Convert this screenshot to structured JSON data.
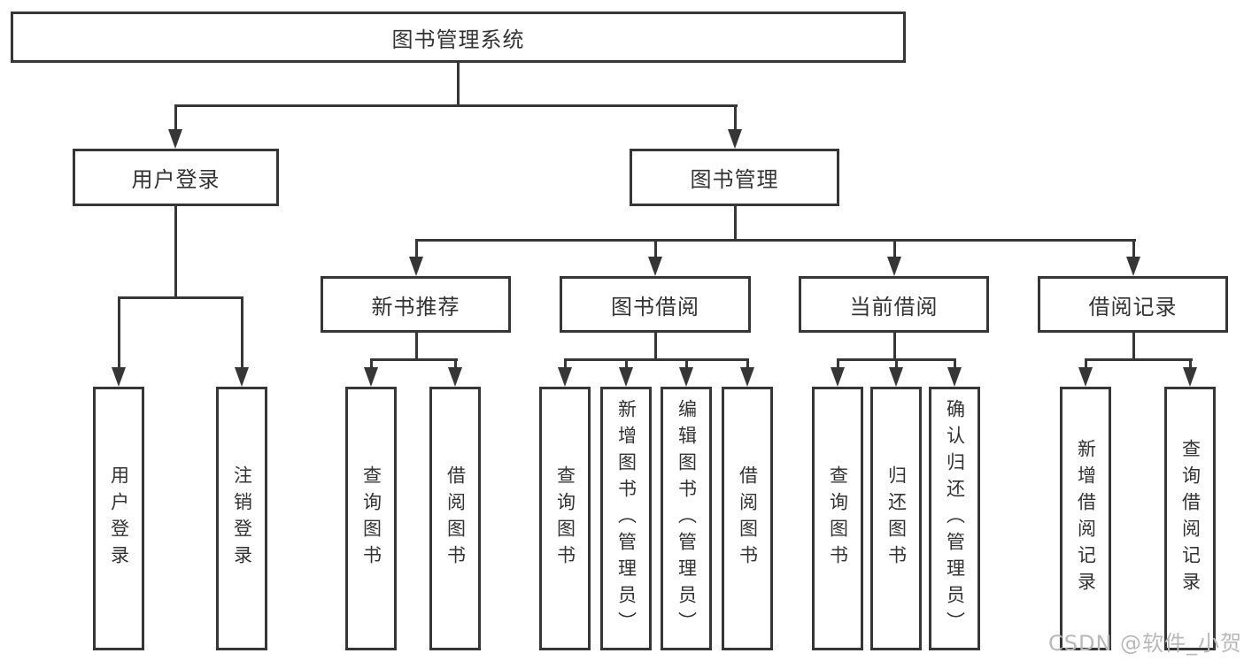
{
  "diagram": {
    "root": {
      "label": "图书管理系统"
    },
    "branches": [
      {
        "label": "用户登录",
        "children": [
          {
            "label": "用户登录"
          },
          {
            "label": "注销登录"
          }
        ]
      },
      {
        "label": "图书管理",
        "children": [
          {
            "label": "新书推荐",
            "children": [
              {
                "label": "查询图书"
              },
              {
                "label": "借阅图书"
              }
            ]
          },
          {
            "label": "图书借阅",
            "children": [
              {
                "label": "查询图书"
              },
              {
                "label": "新增图书（管理员）"
              },
              {
                "label": "编辑图书（管理员）"
              },
              {
                "label": "借阅图书"
              }
            ]
          },
          {
            "label": "当前借阅",
            "children": [
              {
                "label": "查询图书"
              },
              {
                "label": "归还图书"
              },
              {
                "label": "确认归还（管理员）"
              }
            ]
          },
          {
            "label": "借阅记录",
            "children": [
              {
                "label": "新增借阅记录"
              },
              {
                "label": "查询借阅记录"
              }
            ]
          }
        ]
      }
    ],
    "watermark": "CSDN @软件_小贺同学",
    "colors": {
      "line": "#363636",
      "text": "#333333",
      "background": "#ffffff",
      "watermark": "#b9b9b9"
    }
  }
}
